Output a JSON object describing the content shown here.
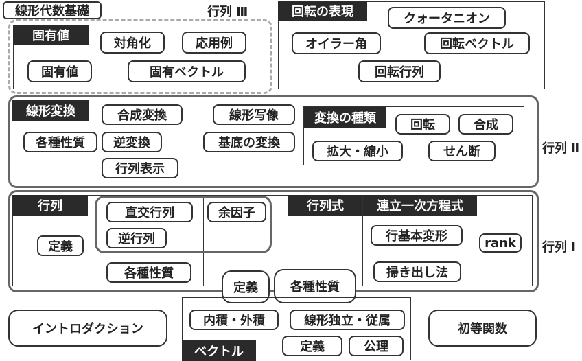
{
  "title": "線形代数基礎",
  "levels": {
    "level3": "行列 Ⅲ",
    "level2": "行列 Ⅱ",
    "level1": "行列 Ⅰ"
  },
  "eigen": {
    "header": "固有値",
    "items": [
      "対角化",
      "応用例",
      "固有値",
      "固有ベクトル"
    ]
  },
  "rotation": {
    "header": "回転の表現",
    "items": [
      "クォータニオン",
      "オイラー角",
      "回転ベクトル",
      "回転行列"
    ]
  },
  "linear_map": {
    "header": "線形変換",
    "items": [
      "合成変換",
      "線形写像",
      "各種性質",
      "逆変換",
      "基底の変換",
      "行列表示"
    ]
  },
  "transform_types": {
    "header": "変換の種類",
    "items": [
      "回転",
      "合成",
      "拡大・縮小",
      "せん断"
    ]
  },
  "matrix": {
    "header": "行列",
    "items": [
      "直交行列",
      "余因子",
      "逆行列",
      "定義",
      "各種性質"
    ]
  },
  "determinant": {
    "header": "行列式"
  },
  "linear_eq": {
    "header": "連立一次方程式",
    "items": [
      "行基本変形",
      "rank",
      "掃き出し法"
    ]
  },
  "shared": {
    "definition": "定義",
    "properties": "各種性質"
  },
  "vector": {
    "header": "ベクトル",
    "items": [
      "内積・外積",
      "線形独立・従属",
      "定義",
      "公理"
    ]
  },
  "intro": "イントロダクション",
  "elementary": "初等関数"
}
